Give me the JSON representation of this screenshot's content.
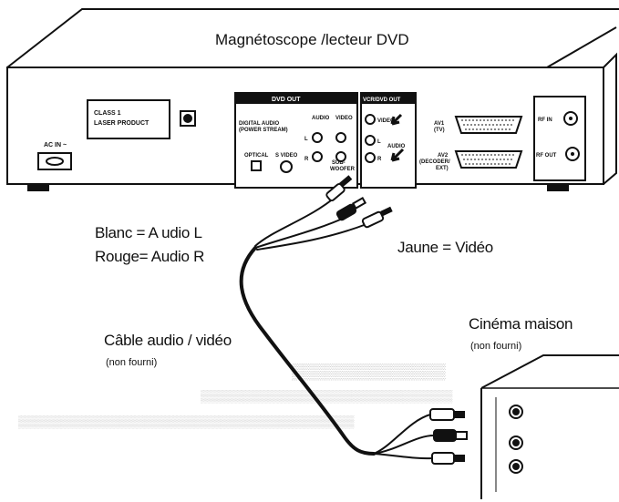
{
  "title": "Magnétoscope /lecteur DVD",
  "panel": {
    "class_label_line1": "CLASS 1",
    "class_label_line2": "LASER PRODUCT",
    "ac_in": "AC IN ~",
    "dvd_out": {
      "header": "DVD OUT",
      "digital_audio_line1": "DIGITAL AUDIO",
      "digital_audio_line2": "(POWER STREAM)",
      "optical": "OPTICAL",
      "s_video": "S VIDEO",
      "audio": "AUDIO",
      "video": "VIDEO",
      "l": "L",
      "r": "R",
      "sub_line1": "SUB-",
      "sub_line2": "WOOFER"
    },
    "vcr_dvd_out": {
      "header": "VCR/DVD OUT",
      "video": "VIDEO",
      "audio": "AUDIO",
      "l": "L",
      "r": "R"
    },
    "av1_line1": "AV1",
    "av1_line2": "(TV)",
    "av2_line1": "AV2",
    "av2_line2": "(DECODER/",
    "av2_line3": "EXT)",
    "rf_in": "RF IN",
    "rf_out": "RF OUT"
  },
  "labels": {
    "blanc": "Blanc = A udio L",
    "rouge": "Rouge= Audio R",
    "jaune": "Jaune = Vidéo",
    "cable": "Câble audio / vidéo",
    "cable_note": "(non fourni)",
    "cinema": "Cinéma maison",
    "cinema_note": "(non fourni)"
  },
  "colors": {
    "ink": "#111111",
    "paper": "#ffffff",
    "ghost_text": "#c8c8c8"
  }
}
